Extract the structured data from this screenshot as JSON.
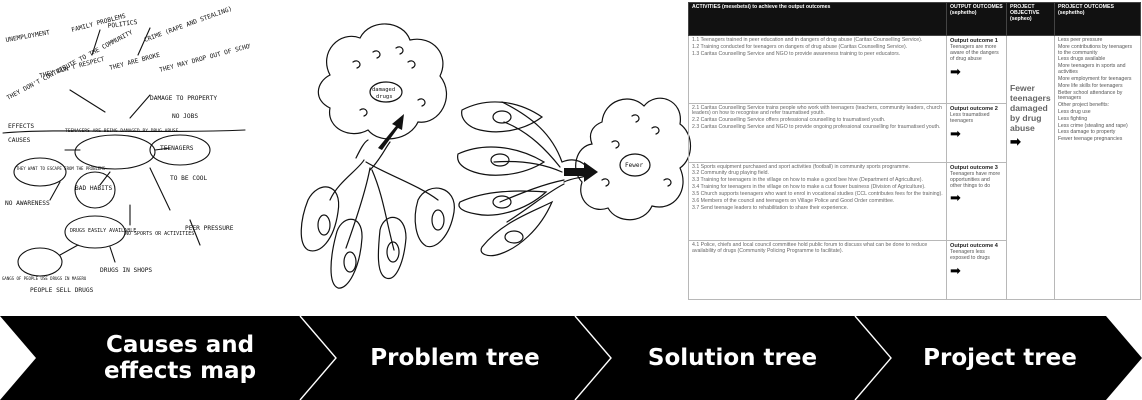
{
  "causes_map": {
    "notes": [
      "UNEMPLOYMENT",
      "FAMILY PROBLEMS",
      "POLITICS",
      "CRIME (RAPE AND STEALING)",
      "THEY DON'T CONTRIBUTE TO THE COMMUNITY",
      "THEY DON'T RESPECT",
      "THEY ARE BROKE",
      "THEY MAY DROP OUT OF SCHOOL",
      "DAMAGE TO PROPERTY",
      "NO JOBS",
      "EFFECTS",
      "CAUSES",
      "TEENAGERS ARE BEING DAMAGED BY DRUG ABUSE",
      "TEENAGERS",
      "THEY WANT TO ESCAPE FROM THE PROBLEMS",
      "BAD HABITS",
      "NO AWARENESS",
      "TO BE COOL",
      "PEER PRESSURE",
      "DRUGS EASILY AVAILABLE",
      "NO SPORTS OR ACTIVITIES",
      "DRUGS IN SHOPS",
      "GANGS OF PEOPLE USE DRUGS IN MASERU",
      "PEOPLE SELL DRUGS"
    ]
  },
  "problem_tree": {
    "labels": [
      "damaged",
      "drugs"
    ]
  },
  "solution_tree": {
    "labels": [
      "Fewer"
    ]
  },
  "project_table": {
    "headers": {
      "activities": "ACTIVITIES (mesebetsi) to achieve the output outcomes",
      "outputs": "OUTPUT OUTCOMES (sephetho)",
      "objective": "PROJECT OBJECTIVE (sepheo)",
      "project_outcomes": "PROJECT OUTCOMES (sephetho)"
    },
    "groups": [
      {
        "activities": [
          "1.1 Teenagers trained in peer education and in dangers of drug abuse (Caritas Counselling Service).",
          "1.2 Training conducted for teenagers on dangers of drug abuse (Caritas Counselling Service).",
          "1.3 Caritas Counselling Service and NGO to provide awareness training to peer educators."
        ],
        "outcome_title": "Output outcome 1",
        "outcome_text": "Teenagers are more aware of the dangers of drug abuse"
      },
      {
        "activities": [
          "2.1 Caritas Counselling Service trains people who work with teenagers (teachers, community leaders, church leaders) on how to recognise and refer traumatised youth.",
          "2.2 Caritas Counselling Service offers professional counselling to traumatised youth.",
          "2.3 Caritas Counselling Service and NGO to provide ongoing professional counselling for traumatised youth."
        ],
        "outcome_title": "Output outcome 2",
        "outcome_text": "Less traumatised teenagers"
      },
      {
        "activities": [
          "3.1 Sports equipment purchased and sport activities (football) in community sports programme.",
          "3.2 Community drug playing field.",
          "3.3 Training for teenagers in the village on how to make a good bee hive (Department of Agriculture).",
          "3.4 Training for teenagers in the village on how to make a cut flower business (Division of Agriculture).",
          "3.5 Church supports teenagers who want to enrol in vocational studies (CCL contributes fees for the training).",
          "3.6 Members of the council and teenagers on Village Police and Good Order committee.",
          "3.7 Send teenage leaders to rehabilitation to share their experience."
        ],
        "outcome_title": "Output outcome 3",
        "outcome_text": "Teenagers have more opportunities and other things to do"
      },
      {
        "activities": [
          "4.1 Police, chiefs and local council committee hold public forum to discuss what can be done to reduce availability of drugs (Community Policing Programme to facilitate)."
        ],
        "outcome_title": "Output outcome 4",
        "outcome_text": "Teenagers less exposed to drugs"
      }
    ],
    "objective": "Fewer teenagers damaged by drug abuse",
    "project_outcomes": [
      "Less peer pressure",
      "More contributions by teenagers to the community",
      "Less drugs available",
      "More teenagers in sports and activities",
      "More employment for teenagers",
      "More life skills for teenagers",
      "Better school attendance by teenagers",
      "Other project benefits:",
      "Less drug use",
      "Less fighting",
      "Less crime (stealing and rape)",
      "Less damage to property",
      "Fewer teenage pregnancies"
    ]
  },
  "process_steps": [
    "Causes and effects map",
    "Problem tree",
    "Solution tree",
    "Project tree"
  ],
  "colors": {
    "flow_fill": "#000000",
    "flow_text": "#ffffff",
    "table_header": "#111111"
  }
}
